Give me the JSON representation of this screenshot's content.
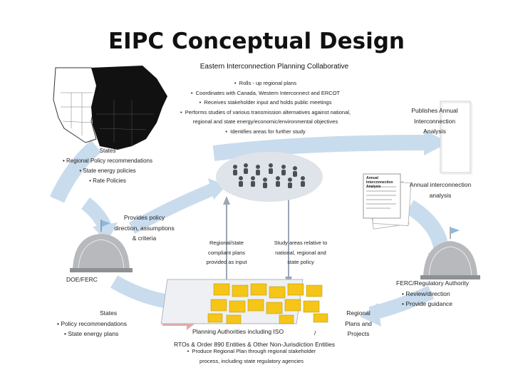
{
  "title": "EIPC Conceptual Design",
  "subtitle": "Eastern Interconnection Planning Collaborative",
  "colors": {
    "arrow": "#c9dcee",
    "ellipse": "#dfe3ea",
    "map_east": "#111111",
    "sticky": "#f5c518",
    "pink_arrow": "#e7a8aa"
  },
  "eipc_bullets": [
    "Rolls - up regional plans",
    "Coordinates with Canada, Western Interconnect and ERCOT",
    "Receives stakeholder input and holds public meetings",
    "Performs studies of various transmission alternatives against national, regional and state energy/economic/environmental objectives",
    "Identifies areas for further study"
  ],
  "states_top": {
    "heading": "States",
    "items": [
      "Regional Policy recommendations",
      "State energy policies",
      "Rate Policies"
    ]
  },
  "publishes": "Publishes Annual Interconnection Analysis",
  "annual_doc": {
    "label": "Annual interconnection analysis",
    "page_title": "Annual Interconnection Analysis"
  },
  "provides": "Provides policy direction, assumptions & criteria",
  "regional_state": "Regional/state compliant plans provided as input",
  "study_areas": "Study areas relative to national, regional and state policy",
  "doe_ferc": "DOE/FERC",
  "ferc_reg": {
    "heading": "FERC/Regulatory Authority",
    "items": [
      "Review/direction",
      "Provide guidance"
    ]
  },
  "states_bottom": {
    "heading": "States",
    "items": [
      "Policy recommendations",
      "State energy plans"
    ]
  },
  "regional_plans": "Regional Plans and Projects",
  "planning_authorities": "Planning Authorities including ISO",
  "slash": "/",
  "rtos": "RTOs & Order 890 Entities & Other Non-Jurisdiction Entities",
  "produce": "Produce Regional Plan through regional stakeholder process, including state regulatory agencies"
}
